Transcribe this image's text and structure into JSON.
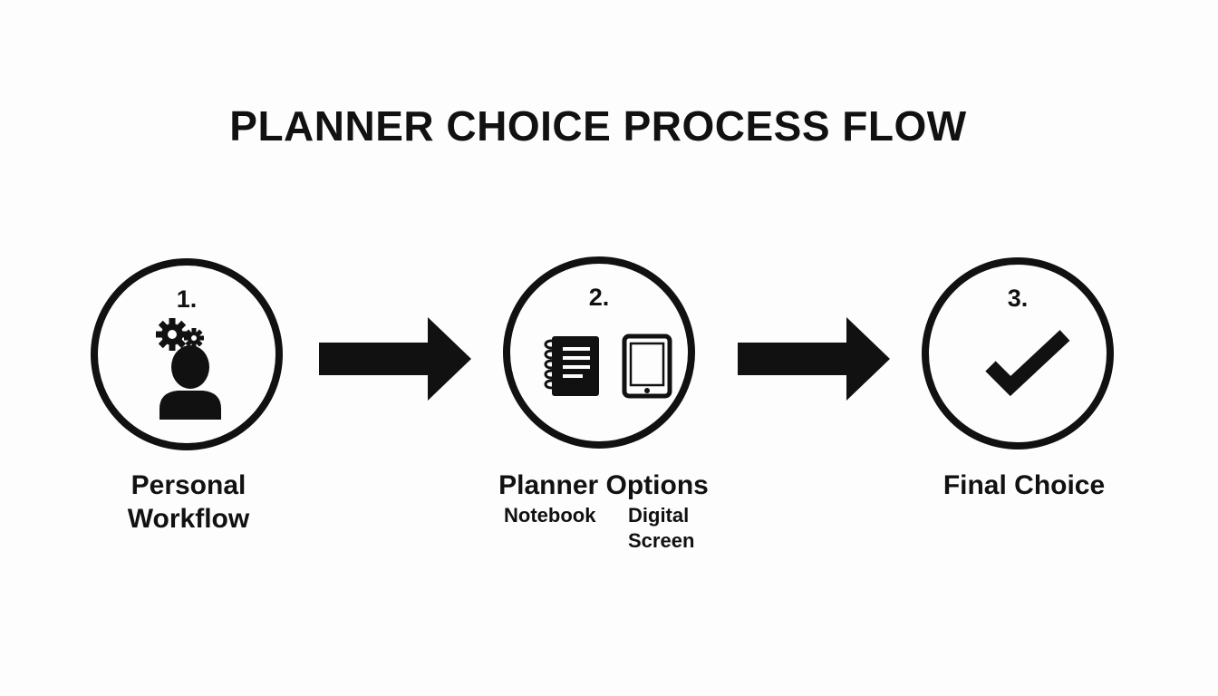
{
  "title": "PLANNER CHOICE PROCESS FLOW",
  "steps": [
    {
      "number": "1.",
      "label_line1": "Personal",
      "label_line2": "Workflow",
      "icon": "person-with-gears-icon"
    },
    {
      "number": "2.",
      "label": "Planner Options",
      "sub_left": "Notebook",
      "sub_right_line1": "Digital",
      "sub_right_line2": "Screen",
      "icons": [
        "notebook-icon",
        "tablet-icon"
      ]
    },
    {
      "number": "3.",
      "label": "Final Choice",
      "icon": "checkmark-icon"
    }
  ],
  "colors": {
    "ink": "#111111",
    "background": "#fdfdfd"
  }
}
